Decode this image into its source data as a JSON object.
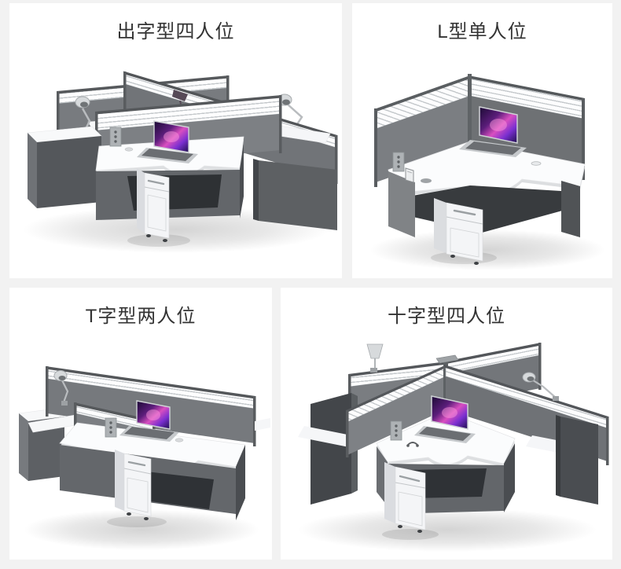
{
  "page": {
    "background_color": "#f2f2f2",
    "card_color": "#ffffff",
    "title_color": "#333333"
  },
  "products": [
    {
      "label": "出字型四人位"
    },
    {
      "label": "L型单人位"
    },
    {
      "label": "T字型两人位"
    },
    {
      "label": "十字型四人位"
    }
  ],
  "palette": {
    "partition_gray": "#76797d",
    "partition_frame": "#55585b",
    "glass_white": "#fdfdfe",
    "glass_stripe": "#c4c8cb",
    "desk_top_white": "#fbfcfd",
    "desk_base_gray": "#64676b",
    "desk_base_dark": "#4b4e52",
    "cabinet_white": "#f4f5f7",
    "laptop_screen_magenta": "#d94fc0",
    "laptop_screen_violet": "#5b1d7a"
  }
}
